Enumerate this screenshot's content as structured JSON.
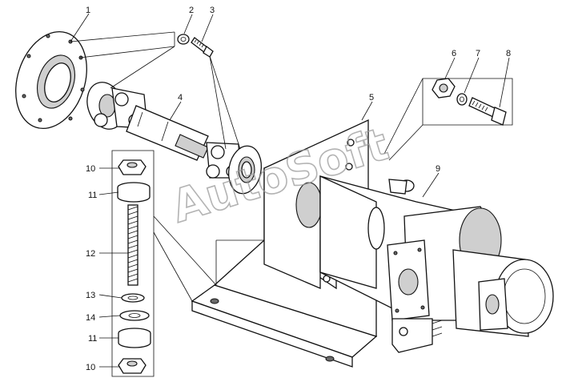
{
  "watermark": "AutoSoft",
  "callouts": [
    {
      "id": "1",
      "label": "1"
    },
    {
      "id": "2",
      "label": "2"
    },
    {
      "id": "3",
      "label": "3"
    },
    {
      "id": "4",
      "label": "4"
    },
    {
      "id": "5",
      "label": "5"
    },
    {
      "id": "6",
      "label": "6"
    },
    {
      "id": "7",
      "label": "7"
    },
    {
      "id": "8",
      "label": "8"
    },
    {
      "id": "9",
      "label": "9"
    },
    {
      "id": "10a",
      "label": "10"
    },
    {
      "id": "11a",
      "label": "11"
    },
    {
      "id": "12",
      "label": "12"
    },
    {
      "id": "13",
      "label": "13"
    },
    {
      "id": "14",
      "label": "14"
    },
    {
      "id": "11b",
      "label": "11"
    },
    {
      "id": "10b",
      "label": "10"
    }
  ]
}
